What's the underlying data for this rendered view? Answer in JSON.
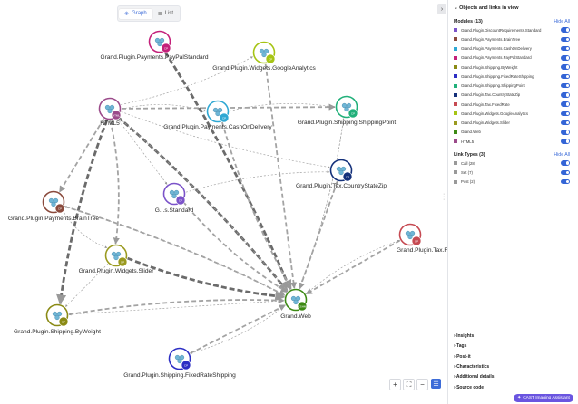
{
  "view_toggle": {
    "graph": "Graph",
    "list": "List"
  },
  "side_panel": {
    "title": "Objects and links in view",
    "modules_title": "Modules (13)",
    "hide_all": "Hide All",
    "modules": [
      {
        "label": "Grand.Plugin.DiscountRequirements.Standard",
        "color": "#7b53c9"
      },
      {
        "label": "Grand.Plugin.Payments.BrainTree",
        "color": "#8a4a3c"
      },
      {
        "label": "Grand.Plugin.Payments.CashOnDelivery",
        "color": "#2fa8d3"
      },
      {
        "label": "Grand.Plugin.Payments.PayPalStandard",
        "color": "#c4207a"
      },
      {
        "label": "Grand.Plugin.Shipping.ByWeight",
        "color": "#8a8a14"
      },
      {
        "label": "Grand.Plugin.Shipping.FixedRateShipping",
        "color": "#2c2ec4"
      },
      {
        "label": "Grand.Plugin.Shipping.ShippingPoint",
        "color": "#21b07a"
      },
      {
        "label": "Grand.Plugin.Tax.CountryStateZip",
        "color": "#14307a"
      },
      {
        "label": "Grand.Plugin.Tax.FixedRate",
        "color": "#c64a52"
      },
      {
        "label": "Grand.Plugin.Widgets.GoogleAnalytics",
        "color": "#a6c414"
      },
      {
        "label": "Grand.Plugin.Widgets.Slider",
        "color": "#9a9a20"
      },
      {
        "label": "Grand.Web",
        "color": "#3d8a14"
      },
      {
        "label": "HTML5",
        "color": "#9b4a8a"
      }
    ],
    "link_types_title": "Link Types (3)",
    "link_types": [
      {
        "label": "Call (28)",
        "color": "#999999"
      },
      {
        "label": "Set (7)",
        "color": "#999999"
      },
      {
        "label": "Post (2)",
        "color": "#999999"
      }
    ],
    "sections": [
      "Insights",
      "Tags",
      "Post-it",
      "Characteristics",
      "Additional details",
      "Source code"
    ],
    "assistant": "CAST Imaging Assistant"
  },
  "graph": {
    "nodes": [
      {
        "id": "paypal",
        "label": "Grand.Plugin.Payments.PayPalStandard",
        "color": "#c4207a",
        "badge": "CP"
      },
      {
        "id": "ga",
        "label": "Grand.Plugin.Widgets.GoogleAnalytics",
        "color": "#a6c414",
        "badge": "CP"
      },
      {
        "id": "html5",
        "label": "HTML5",
        "color": "#9b4a8a",
        "badge": "HTML"
      },
      {
        "id": "cod",
        "label": "Grand.Plugin.Payments.CashOnDelivery",
        "color": "#2fa8d3",
        "badge": "CP"
      },
      {
        "id": "shippoint",
        "label": "Grand.Plugin.Shipping.ShippingPoint",
        "color": "#21b07a",
        "badge": "CP"
      },
      {
        "id": "csz",
        "label": "Grand.Plugin.Tax.CountryStateZip",
        "color": "#14307a",
        "badge": "CP"
      },
      {
        "id": "disc",
        "label": "G...s.Standard",
        "color": "#7b53c9",
        "badge": "CP"
      },
      {
        "id": "brain",
        "label": "Grand.Plugin.Payments.BrainTree",
        "color": "#8a4a3c",
        "badge": "CP"
      },
      {
        "id": "fixedrate",
        "label": "Grand.Plugin.Tax.FixedRat",
        "color": "#c64a52",
        "badge": "CP"
      },
      {
        "id": "slider",
        "label": "Grand.Plugin.Widgets.Slider",
        "color": "#9a9a20",
        "badge": "CP"
      },
      {
        "id": "web",
        "label": "Grand.Web",
        "color": "#3d8a14",
        "badge": "CSHM"
      },
      {
        "id": "byweight",
        "label": "Grand.Plugin.Shipping.ByWeight",
        "color": "#8a8a14",
        "badge": "CP"
      },
      {
        "id": "frs",
        "label": "Grand.Plugin.Shipping.FixedRateShipping",
        "color": "#2c2ec4",
        "badge": "CP"
      }
    ]
  }
}
